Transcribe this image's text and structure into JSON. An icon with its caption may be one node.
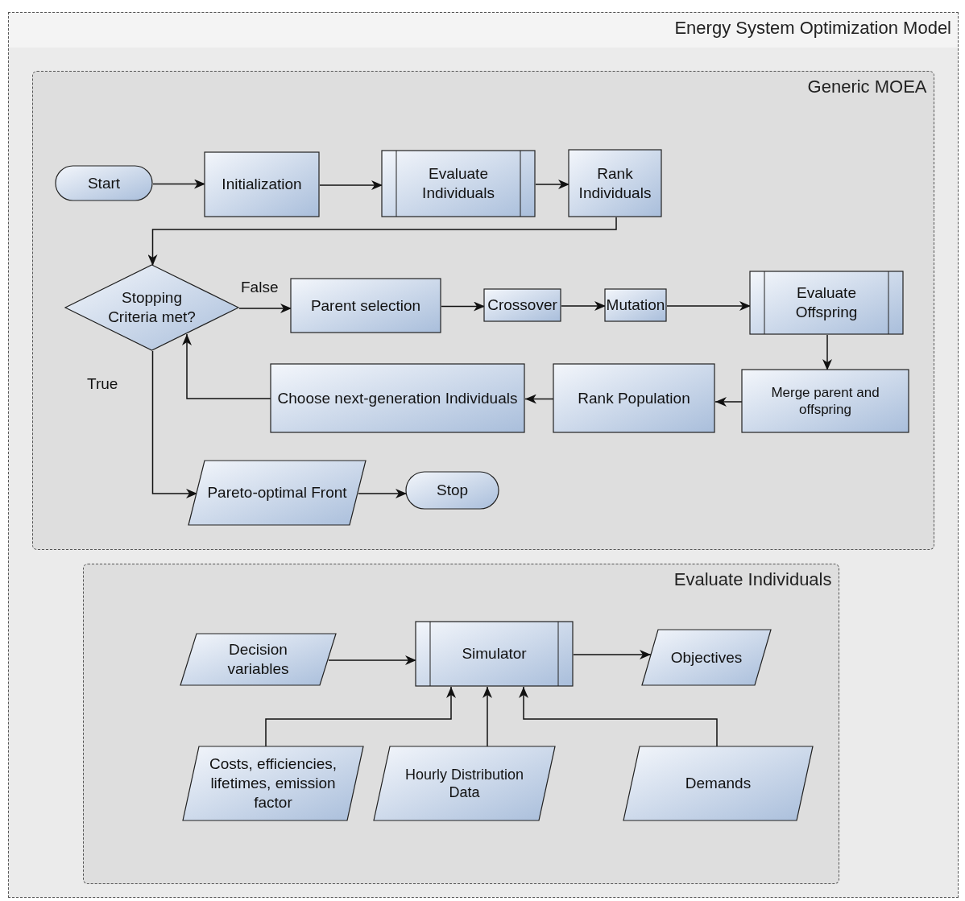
{
  "diagram": {
    "nodes": [
      {
        "text": [
          "Energy System Optimization Model"
        ]
      },
      {
        "text": [
          "Generic MOEA"
        ],
        "in": 0
      },
      {
        "text": [
          "Start"
        ],
        "in": 1
      },
      {
        "text": [
          "Initialization"
        ],
        "in": 1
      },
      {
        "text": [
          "Evaluate Individuals"
        ],
        "in": 1
      },
      {
        "text": [
          "Rank Individuals"
        ],
        "in": 1
      },
      {
        "text": [
          "Stopping Criteria met?"
        ],
        "in": 1
      },
      {
        "text": [
          "Parent selection"
        ],
        "in": 1
      },
      {
        "text": [
          "Crossover"
        ],
        "in": 1
      },
      {
        "text": [
          "Mutation"
        ],
        "in": 1
      },
      {
        "text": [
          "Evaluate Offspring"
        ],
        "in": 1
      },
      {
        "text": [
          "Merge parent and offspring"
        ],
        "in": 1
      },
      {
        "text": [
          "Rank Population"
        ],
        "in": 1
      },
      {
        "text": [
          "Choose next-generation Individuals"
        ],
        "in": 1
      },
      {
        "text": [
          "Pareto-optimal Front"
        ],
        "in": 1
      },
      {
        "text": [
          "Stop"
        ],
        "in": 1
      },
      {
        "text": [
          "Evaluate Individuals"
        ],
        "in": 0
      },
      {
        "text": [
          "Decision variables"
        ],
        "in": 16
      },
      {
        "text": [
          "Simulator"
        ],
        "in": 16
      },
      {
        "text": [
          "Objectives"
        ],
        "in": 16
      },
      {
        "text": [
          "Costs, efficiencies, lifetimes, emission factor"
        ],
        "in": 16
      },
      {
        "text": [
          "Hourly Distribution Data"
        ],
        "in": 16
      },
      {
        "text": [
          "Demands"
        ],
        "in": 16
      }
    ],
    "edges": [
      {
        "from": 2,
        "to": 3,
        "arrow": "to"
      },
      {
        "from": 3,
        "to": 4,
        "arrow": "to"
      },
      {
        "from": 4,
        "to": 5,
        "arrow": "to"
      },
      {
        "from": 5,
        "to": 6,
        "arrow": "to"
      },
      {
        "from": 6,
        "to": 7,
        "arrow": "to",
        "label": "False"
      },
      {
        "from": 7,
        "to": 8,
        "arrow": "to"
      },
      {
        "from": 8,
        "to": 9,
        "arrow": "to"
      },
      {
        "from": 9,
        "to": 10,
        "arrow": "to"
      },
      {
        "from": 10,
        "to": 11,
        "arrow": "to"
      },
      {
        "from": 11,
        "to": 12,
        "arrow": "to"
      },
      {
        "from": 12,
        "to": 13,
        "arrow": "to"
      },
      {
        "from": 13,
        "to": 6,
        "arrow": "to"
      },
      {
        "from": 6,
        "to": 14,
        "arrow": "to",
        "label": "True"
      },
      {
        "from": 14,
        "to": 15,
        "arrow": "to"
      },
      {
        "from": 17,
        "to": 18,
        "arrow": "to"
      },
      {
        "from": 18,
        "to": 19,
        "arrow": "to"
      },
      {
        "from": 20,
        "to": 18,
        "arrow": "to"
      },
      {
        "from": 21,
        "to": 18,
        "arrow": "to"
      },
      {
        "from": 22,
        "to": 18,
        "arrow": "to"
      }
    ]
  }
}
